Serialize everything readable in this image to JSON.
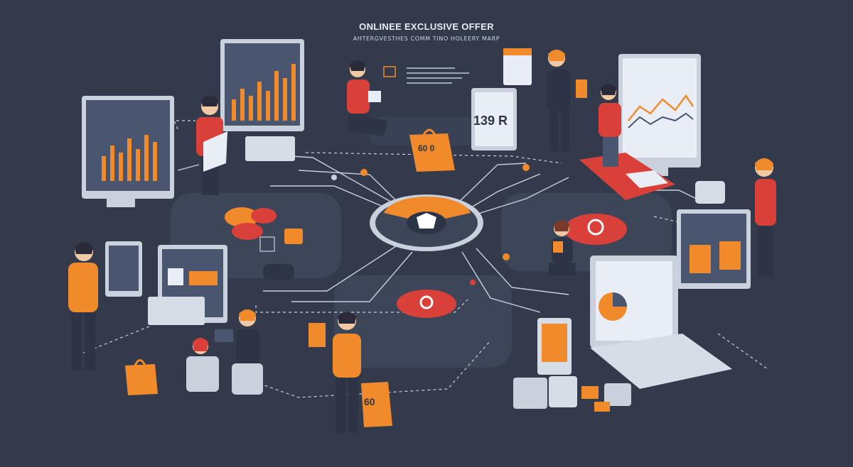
{
  "header": {
    "title": "ONLINEE EXCLUSIVE OFFER",
    "subtitle": "AHTERGVESTHES COMM TINO HOLEERY MARP"
  },
  "labels": {
    "monitor_price": "139 R",
    "bag_top": "60 0",
    "bag_bottom": "60"
  },
  "colors": {
    "background": "#323a4c",
    "orange": "#f08a2b",
    "red": "#d9403a",
    "screen": "#4a5670",
    "hub": "#c9d1dc"
  }
}
